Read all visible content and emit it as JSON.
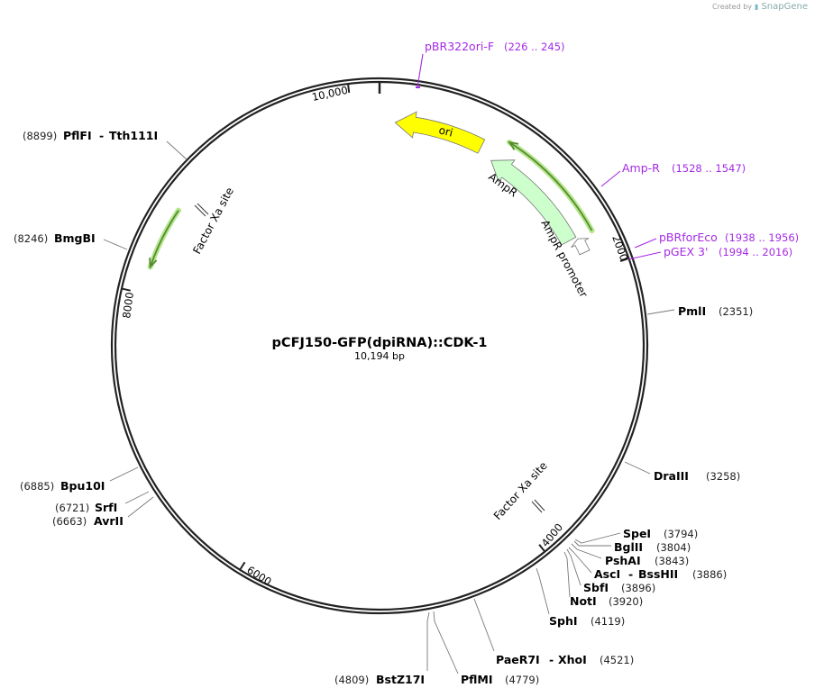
{
  "credit": {
    "prefix": "Created by",
    "brand": "SnapGene"
  },
  "plasmid": {
    "name": "pCFJ150-GFP(dpiRNA)::CDK-1",
    "length_label": "10,194 bp",
    "length_bp": 10194
  },
  "ticks": [
    "10,000",
    "2000",
    "4000",
    "6000",
    "8000"
  ],
  "features": {
    "ori": "ori",
    "ampr": "AmpR",
    "ampr_promoter": "AmpR promoter",
    "factor_xa_1": "Factor Xa site",
    "factor_xa_2": "Factor Xa site"
  },
  "colors": {
    "ori": "#ffff00",
    "ampr": "#ccffcc",
    "primer": "#a52ae6",
    "primer_bind": "#558b2f"
  },
  "primers": [
    {
      "name": "pBR322ori-F",
      "range": "(226 .. 245)"
    },
    {
      "name": "Amp-R",
      "range": "(1528 .. 1547)"
    },
    {
      "name": "pBRforEco",
      "range": "(1938 .. 1956)"
    },
    {
      "name": "pGEX 3'",
      "range": "(1994 .. 2016)"
    }
  ],
  "enzymes": [
    {
      "name": "PflFI",
      "name2": "Tth111I",
      "pos": "(8899)"
    },
    {
      "name": "BmgBI",
      "pos": "(8246)"
    },
    {
      "name": "PmlI",
      "pos": "(2351)"
    },
    {
      "name": "DraIII",
      "pos": "(3258)"
    },
    {
      "name": "SpeI",
      "pos": "(3794)"
    },
    {
      "name": "BglII",
      "pos": "(3804)"
    },
    {
      "name": "PshAI",
      "pos": "(3843)"
    },
    {
      "name": "AscI",
      "name2": "BssHII",
      "pos": "(3886)"
    },
    {
      "name": "SbfI",
      "pos": "(3896)"
    },
    {
      "name": "NotI",
      "pos": "(3920)"
    },
    {
      "name": "SphI",
      "pos": "(4119)"
    },
    {
      "name": "PaeR7I",
      "name2": "XhoI",
      "pos": "(4521)"
    },
    {
      "name": "PflMI",
      "pos": "(4779)"
    },
    {
      "name": "BstZ17I",
      "pos": "(4809)"
    },
    {
      "name": "Bpu10I",
      "pos": "(6885)"
    },
    {
      "name": "SrfI",
      "pos": "(6721)"
    },
    {
      "name": "AvrII",
      "pos": "(6663)"
    }
  ]
}
